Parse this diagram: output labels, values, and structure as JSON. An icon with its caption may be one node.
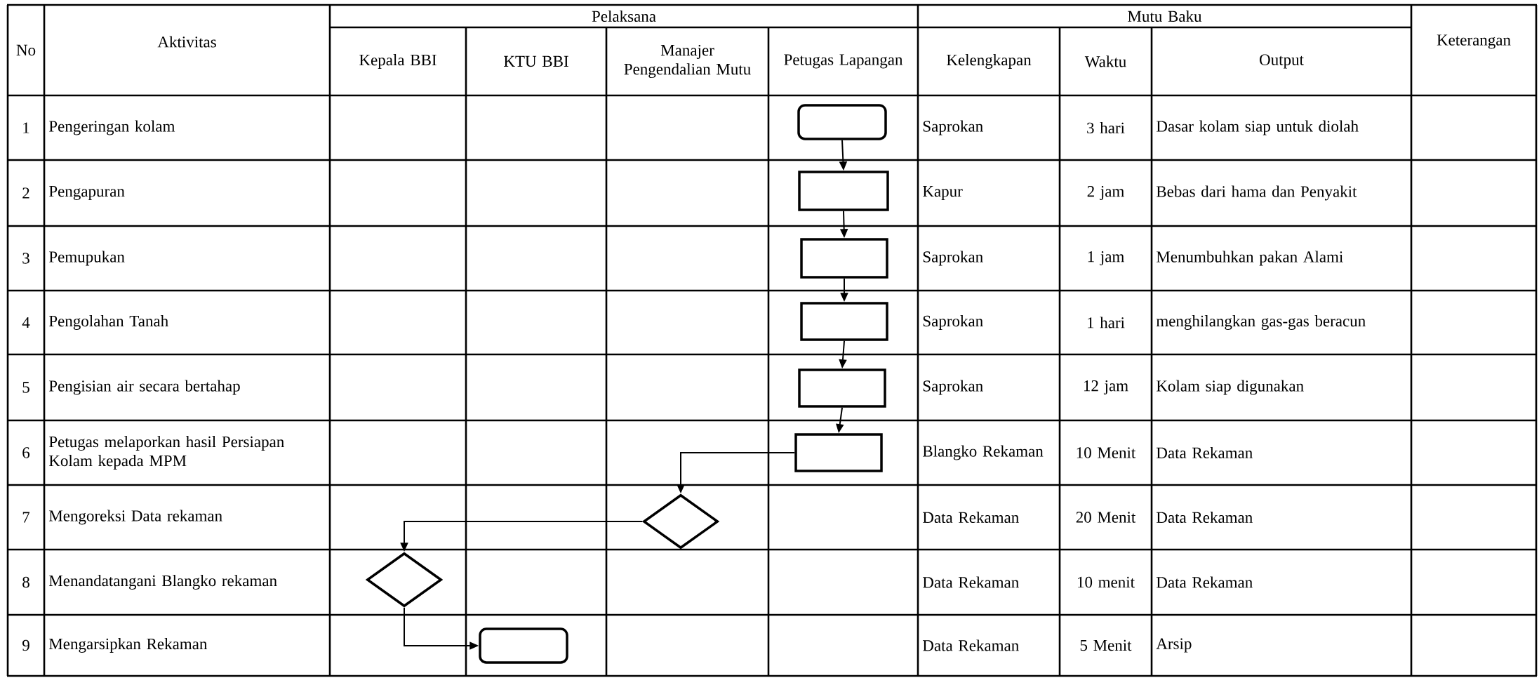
{
  "diagram": {
    "nodes": [
      {
        "text": [],
        "shape": "box"
      },
      {
        "text": [],
        "shape": "box"
      },
      {
        "text": [],
        "shape": "box"
      },
      {
        "text": [],
        "shape": "box"
      },
      {
        "text": [],
        "shape": "box"
      },
      {
        "text": [],
        "shape": "box"
      },
      {
        "text": [],
        "shape": "diamond"
      },
      {
        "text": [],
        "shape": "diamond"
      },
      {
        "text": [],
        "shape": "box"
      }
    ],
    "edges": [
      {
        "from": 0,
        "to": 1,
        "arrow": "to"
      },
      {
        "from": 1,
        "to": 2,
        "arrow": "to"
      },
      {
        "from": 2,
        "to": 3,
        "arrow": "to"
      },
      {
        "from": 3,
        "to": 4,
        "arrow": "to"
      },
      {
        "from": 4,
        "to": 5,
        "arrow": "to"
      },
      {
        "from": 5,
        "to": 6,
        "arrow": "to"
      },
      {
        "from": 6,
        "to": 7,
        "arrow": "to"
      },
      {
        "from": 7,
        "to": 8,
        "arrow": "to"
      }
    ],
    "labels": [
      "No",
      "Aktivitas",
      "Pelaksana",
      "Mutu Baku",
      "Keterangan",
      "Kepala BBI",
      "KTU BBI",
      "Manajer Pengendalian Mutu",
      "Petugas Lapangan",
      "Kelengkapan",
      "Waktu",
      "Output",
      "1",
      "Pengeringan kolam",
      "Saprokan",
      "3 hari",
      "Dasar kolam siap untuk diolah",
      "2",
      "Pengapuran",
      "Kapur",
      "2 jam",
      "Bebas dari hama dan Penyakit",
      "3",
      "Pemupukan",
      "Saprokan",
      "1 jam",
      "Menumbuhkan pakan Alami",
      "4",
      "Pengolahan Tanah",
      "Saprokan",
      "1 hari",
      "menghilangkan gas-gas beracun",
      "5",
      "Pengisian air secara bertahap",
      "Saprokan",
      "12 jam",
      "Kolam siap digunakan",
      "6",
      "Petugas melaporkan hasil Persiapan Kolam kepada MPM",
      "Blangko Rekaman",
      "10 Menit",
      "Data Rekaman",
      "7",
      "Mengoreksi Data rekaman",
      "Data Rekaman",
      "20 Menit",
      "Data Rekaman",
      "8",
      "Menandatangani Blangko rekaman",
      "Data Rekaman",
      "10 menit",
      "Data Rekaman",
      "9",
      "Mengarsipkan Rekaman",
      "Data Rekaman",
      "5 Menit",
      "Arsip"
    ]
  }
}
